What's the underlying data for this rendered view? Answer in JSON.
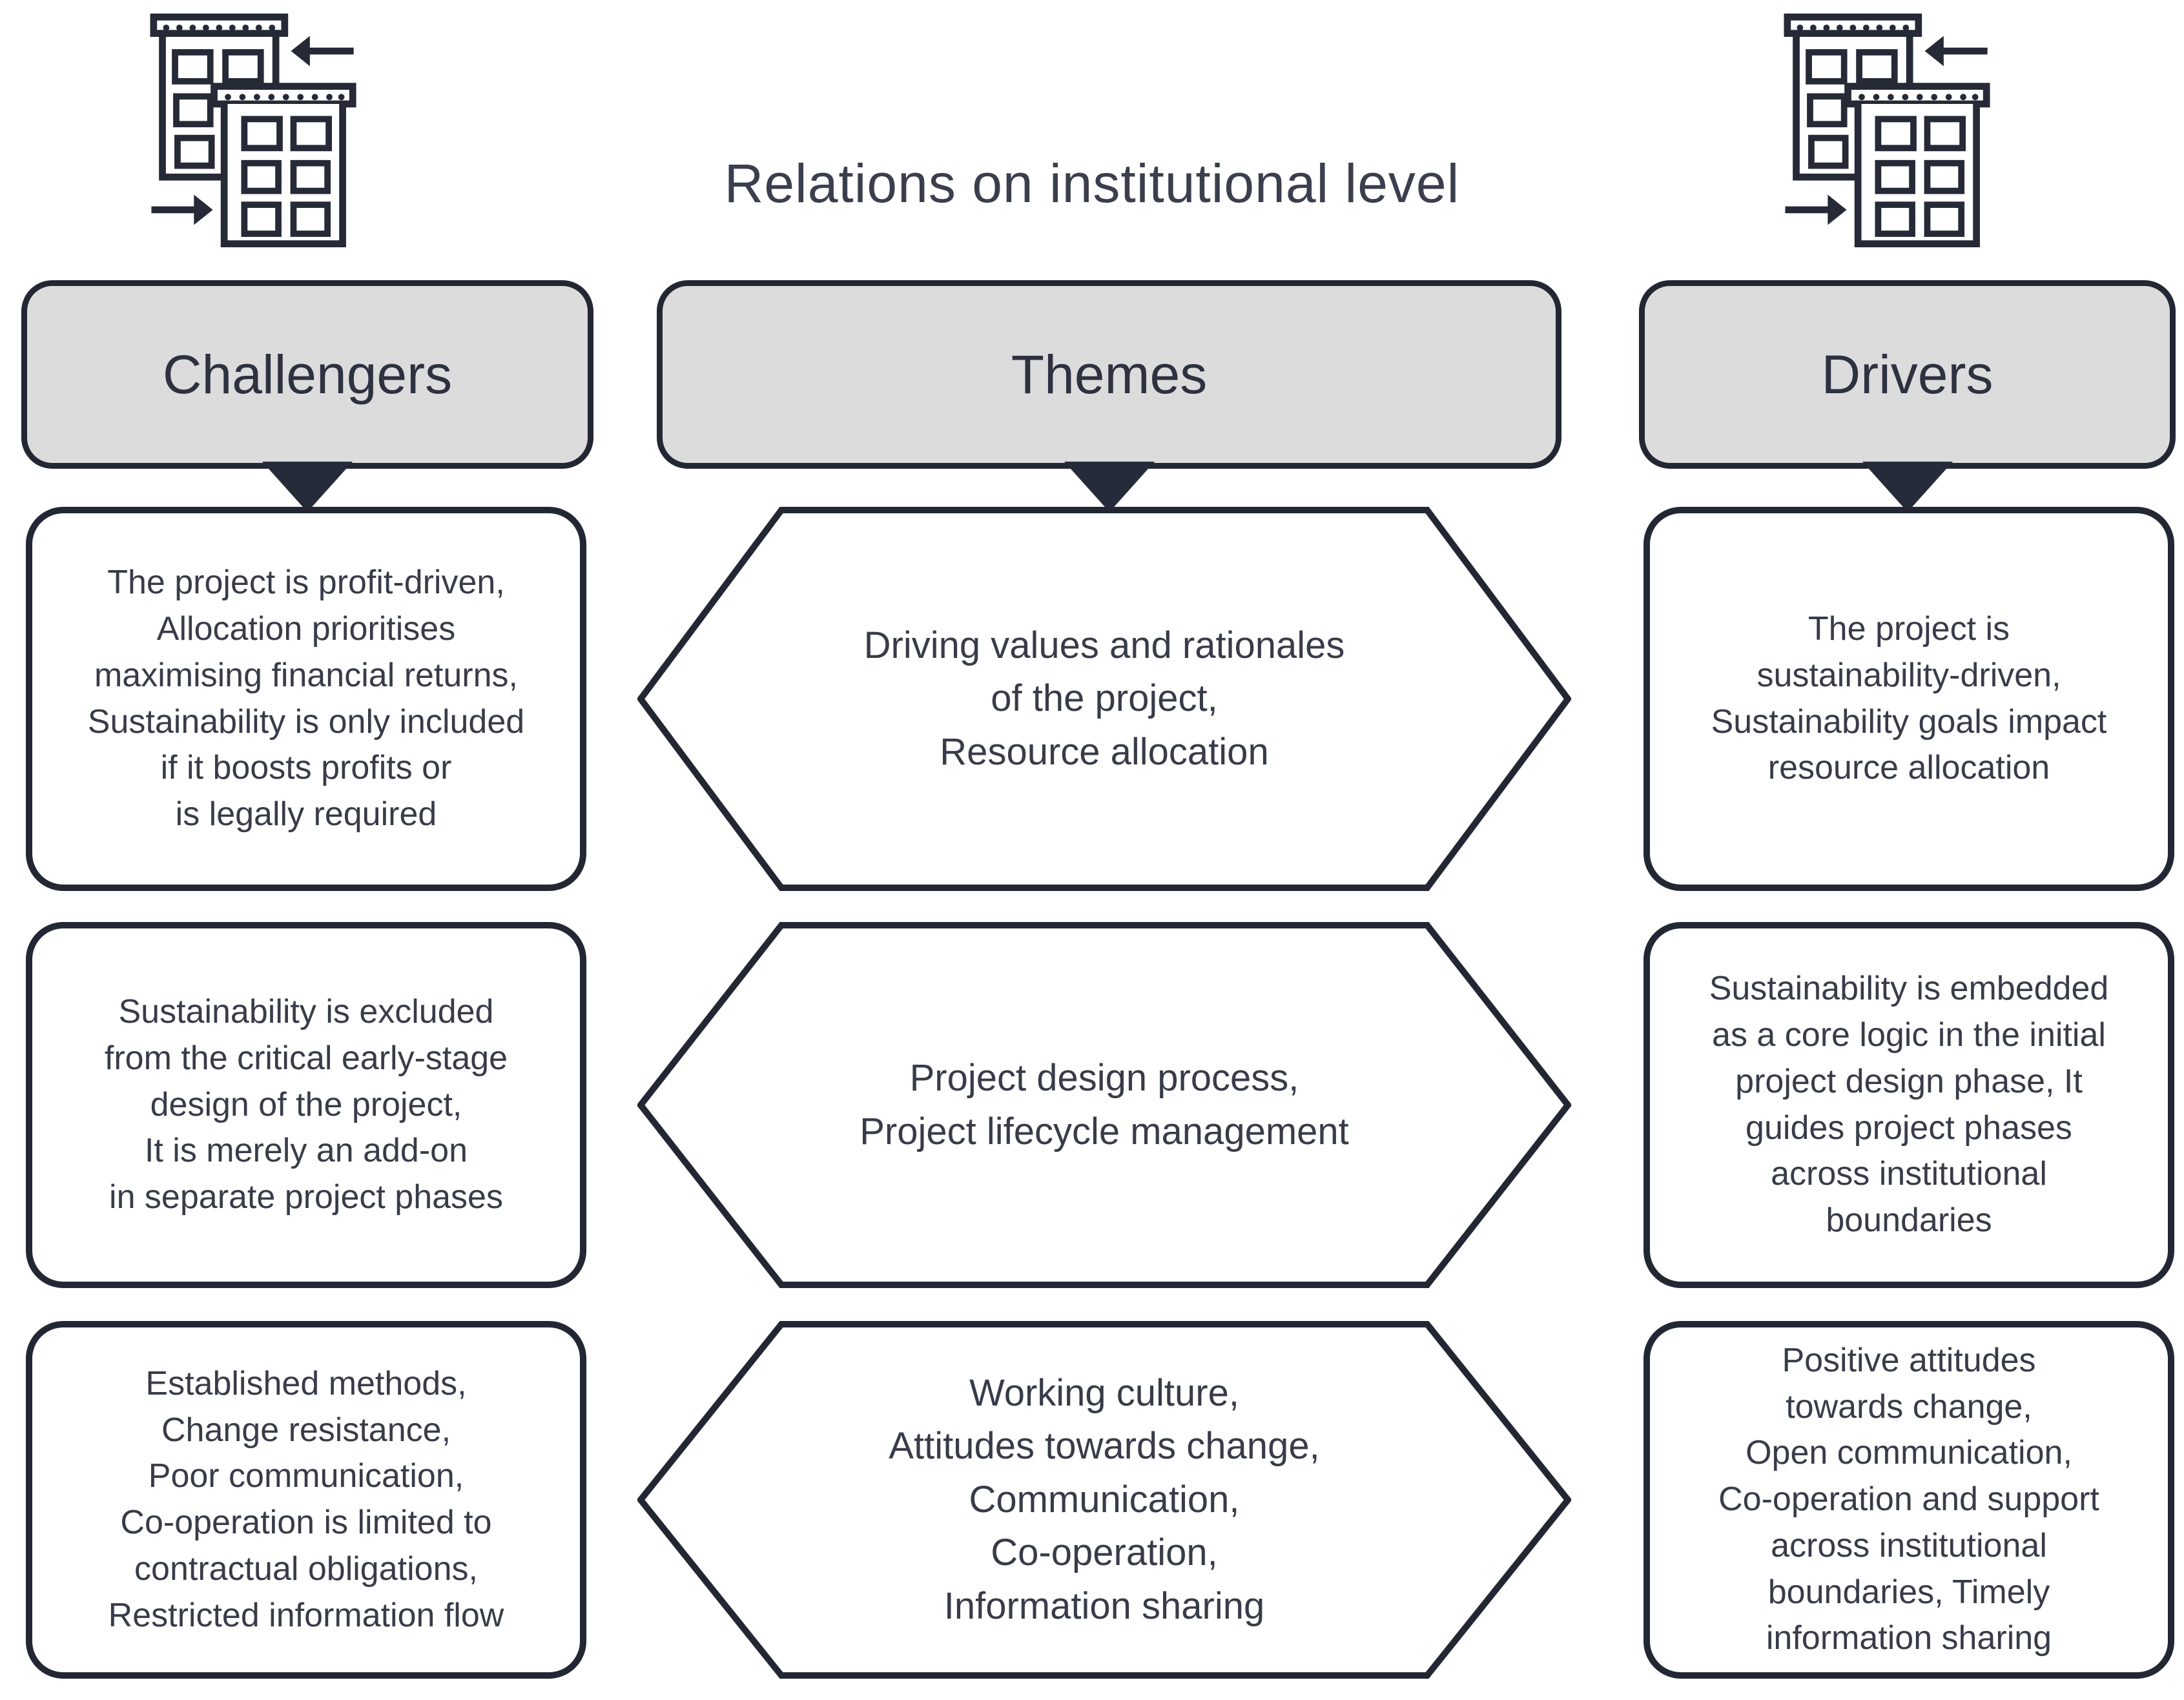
{
  "title": "Relations on institutional level",
  "colors": {
    "border": "#232734",
    "header_fill": "#dcdcdc",
    "text": "#383c49",
    "pointer": "#262b39",
    "background": "#ffffff"
  },
  "icons": {
    "left": "buildings-exchange-icon",
    "right": "buildings-exchange-icon"
  },
  "columns": {
    "challengers": {
      "header": "Challengers"
    },
    "themes": {
      "header": "Themes"
    },
    "drivers": {
      "header": "Drivers"
    }
  },
  "rows": [
    {
      "challenger": "The project is profit-driven,\nAllocation prioritises\nmaximising financial returns,\nSustainability is only included\nif it boosts profits or\nis legally required",
      "theme": "Driving values and rationales\nof the project,\nResource allocation",
      "driver": "The project is\nsustainability-driven,\nSustainability goals impact\nresource allocation"
    },
    {
      "challenger": "Sustainability is excluded\nfrom the critical early-stage\ndesign of the project,\nIt is merely an add-on\nin separate project phases",
      "theme": "Project design process,\nProject lifecycle management",
      "driver": "Sustainability is embedded\nas a core logic in the initial\nproject design phase, It\nguides project phases\nacross institutional\nboundaries"
    },
    {
      "challenger": "Established methods,\nChange resistance,\nPoor communication,\nCo-operation is limited to\ncontractual obligations,\nRestricted information flow",
      "theme": "Working culture,\nAttitudes towards change,\nCommunication,\nCo-operation,\nInformation sharing",
      "driver": "Positive attitudes\ntowards change,\nOpen communication,\nCo-operation and support\nacross institutional\nboundaries, Timely\ninformation sharing"
    }
  ]
}
